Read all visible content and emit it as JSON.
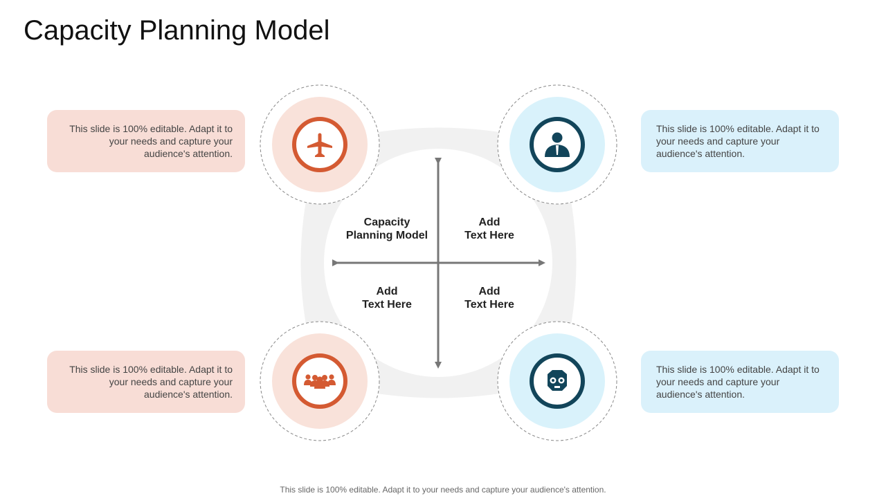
{
  "title": "Capacity Planning Model",
  "quadrants": {
    "top_left": "Capacity\nPlanning Model",
    "top_right": "Add\nText Here",
    "bottom_left": "Add\nText Here",
    "bottom_right": "Add\nText Here"
  },
  "boxes": {
    "top_left": "This slide is 100% editable. Adapt it to your needs and capture your audience's attention.",
    "top_right": "This slide is 100% editable. Adapt it to your needs and capture your audience's attention.",
    "bottom_left": "This slide is 100% editable. Adapt it to your needs and capture your audience's attention.",
    "bottom_right": "This slide is 100% editable. Adapt it to your needs and capture your audience's attention."
  },
  "icons": {
    "top_left": "airplane-icon",
    "top_right": "businessman-icon",
    "bottom_left": "team-icon",
    "bottom_right": "engine-icon"
  },
  "colors": {
    "orange": "#d45a32",
    "orange_light": "#f9e2da",
    "navy": "#12455a",
    "blue_light": "#d9f2fb",
    "arrow": "#777777",
    "ring_fill": "#f1f1f1"
  },
  "footer": "This slide is 100% editable. Adapt it to your needs and capture your audience's attention."
}
